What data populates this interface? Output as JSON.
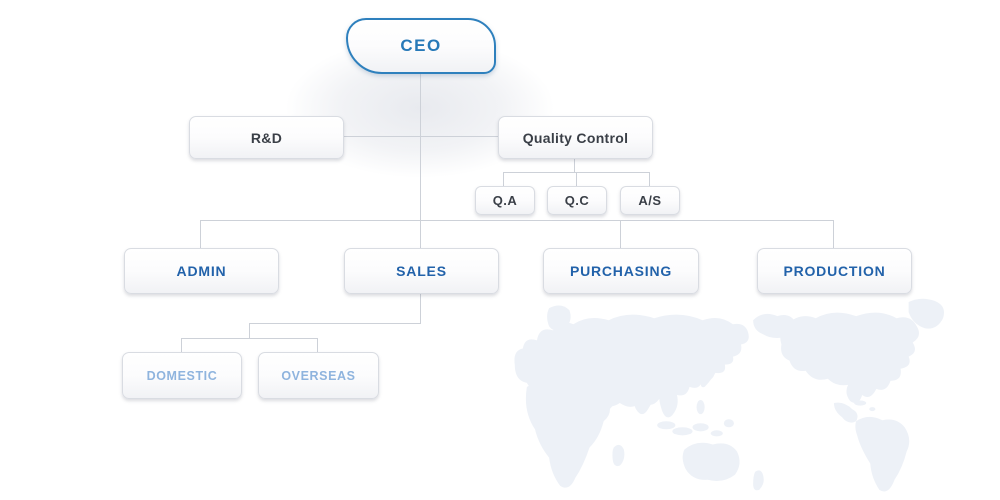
{
  "nodes": {
    "ceo": "CEO",
    "rnd": "R&D",
    "quality_control": "Quality Control",
    "qa": "Q.A",
    "qc": "Q.C",
    "as": "A/S",
    "admin": "ADMIN",
    "sales": "SALES",
    "purchasing": "PURCHASING",
    "production": "PRODUCTION",
    "domestic": "DOMESTIC",
    "overseas": "OVERSEAS"
  },
  "colors": {
    "ceo_border": "#2e80bd",
    "ceo_text": "#2779b8",
    "level2_text": "#3a3f47",
    "department_text": "#2262aa",
    "sales_sub_text": "#8fb4de",
    "connector_line": "#cdd1d8",
    "box_border": "#d9dce2",
    "map_fill": "#edf1f7"
  },
  "icons": {
    "world_map": "world-map-silhouette"
  }
}
